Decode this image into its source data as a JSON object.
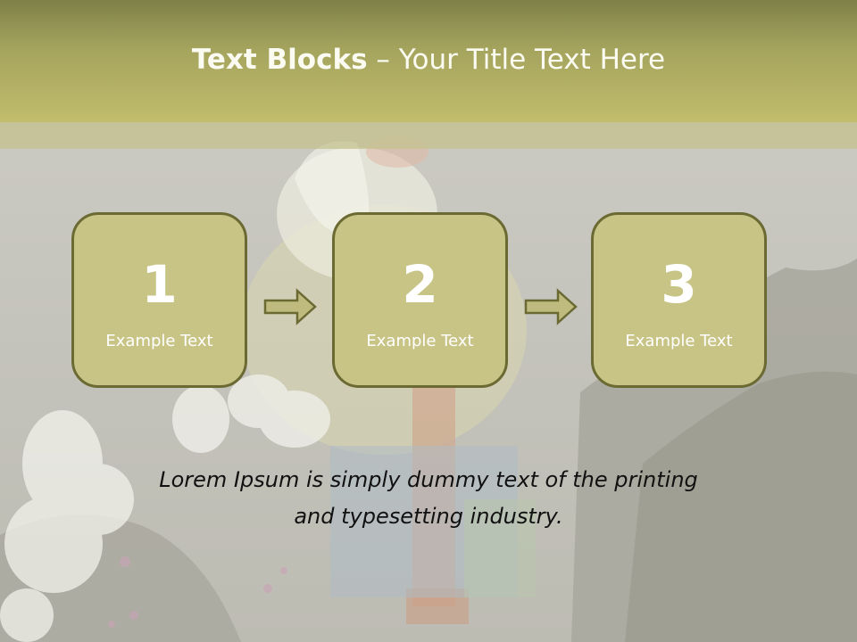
{
  "slide": {
    "title_bold": "Text Blocks",
    "title_sep": " – ",
    "title_rest": "Your Title Text Here",
    "blocks": [
      {
        "number": "1",
        "label": "Example Text"
      },
      {
        "number": "2",
        "label": "Example Text"
      },
      {
        "number": "3",
        "label": "Example Text"
      }
    ],
    "body_lines": [
      "Lorem Ipsum is simply dummy text of the printing",
      "and typesetting industry."
    ]
  },
  "colors": {
    "title_bar": "#b9b66b",
    "block_fill": "#c8c486",
    "block_border": "#6b6a33",
    "background": "#c7c6be"
  },
  "background_image": "garden-gnome-photo"
}
